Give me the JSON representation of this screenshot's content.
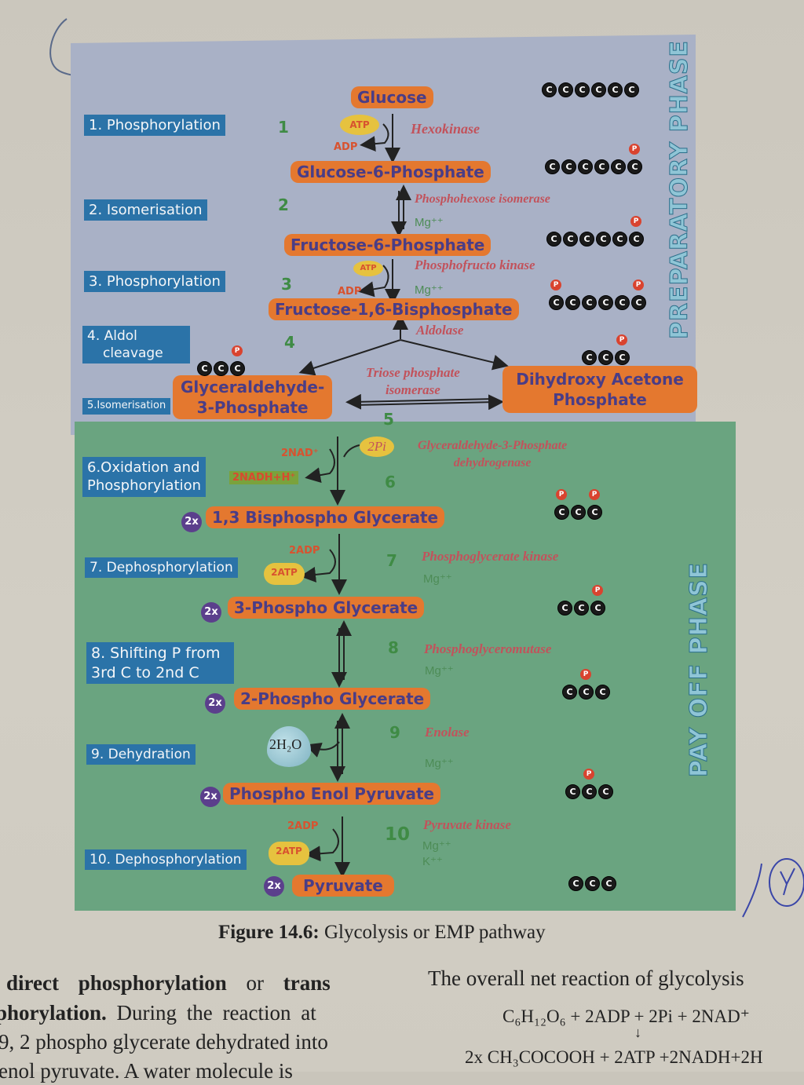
{
  "figure": {
    "caption_label": "Figure 14.6:",
    "caption_text": " Glycolysis or EMP pathway"
  },
  "phases": {
    "preparatory": "PREPARATORY PHASE",
    "payoff": "PAY OFF PHASE"
  },
  "steps": [
    {
      "label": "1. Phosphorylation",
      "number": "1"
    },
    {
      "label": "2. Isomerisation",
      "number": "2"
    },
    {
      "label": "3. Phosphorylation",
      "number": "3"
    },
    {
      "label_line1": "4. Aldol",
      "label_line2": "cleavage",
      "number": "4"
    },
    {
      "label": "5.Isomerisation",
      "number": "5"
    },
    {
      "label_line1": "6.Oxidation and",
      "label_line2": "Phosphorylation",
      "number": "6"
    },
    {
      "label": "7. Dephosphorylation",
      "number": "7"
    },
    {
      "label_line1": "8. Shifting P from",
      "label_line2": "3rd C to 2nd C",
      "number": "8"
    },
    {
      "label": "9. Dehydration",
      "number": "9"
    },
    {
      "label": "10. Dephosphorylation",
      "number": "10"
    }
  ],
  "molecules": {
    "glucose": "Glucose",
    "g6p": "Glucose-6-Phosphate",
    "f6p": "Fructose-6-Phosphate",
    "f16bp": "Fructose-1,6-Bisphosphate",
    "g3p_line1": "Glyceraldehyde-",
    "g3p_line2": "3-Phosphate",
    "dhap_line1": "Dihydroxy Acetone",
    "dhap_line2": "Phosphate",
    "bpg13": "1,3 Bisphospho Glycerate",
    "pg3": "3-Phospho Glycerate",
    "pg2": "2-Phospho Glycerate",
    "pep": "Phospho Enol Pyruvate",
    "pyruvate": "Pyruvate"
  },
  "multiplier": "2x",
  "enzymes": {
    "e1": "Hexokinase",
    "e2": "Phosphohexose isomerase",
    "e3": "Phosphofructo kinase",
    "e4": "Aldolase",
    "e5_line1": "Triose phosphate",
    "e5_line2": "isomerase",
    "e6_line1": "Glyceraldehyde-3-Phosphate",
    "e6_line2": "dehydrogenase",
    "e7": "Phosphoglycerate kinase",
    "e8": "Phosphoglyceromutase",
    "e9": "Enolase",
    "e10": "Pyruvate kinase"
  },
  "cofactors": {
    "mg": "Mg⁺⁺",
    "k": "K⁺⁺",
    "atp": "ATP",
    "adp": "ADP",
    "nad": "2NAD⁺",
    "nadh": "2NADH+H⁺",
    "pi": "2Pi",
    "adp2": "2ADP",
    "atp2": "2ATP",
    "water": "2H₂O"
  },
  "carbon": {
    "c": "C",
    "p": "P"
  },
  "text": {
    "left_line1_bold1": "direct phosphorylation",
    "left_line1_mid": " or ",
    "left_line1_bold2": "trans",
    "left_line2_bold": "phorylation.",
    "left_line2_rest": " During the reaction at",
    "left_line3": "9, 2 phospho glycerate dehydrated into",
    "left_line4": "enol pyruvate. A water molecule is",
    "right_heading": "The overall net reaction of glycolysis",
    "eq_reactants": "C₆H₁₂O₆ + 2ADP + 2Pi + 2NAD⁺",
    "eq_arrow": "↓",
    "eq_products": "2x CH₃COCOOH + 2ATP +2NADH+2H"
  },
  "colors": {
    "preparatory_bg": "#a9b1c6",
    "payoff_bg": "#6aa480",
    "step_label_bg": "#2b73a8",
    "molecule_bg": "#e4782f",
    "molecule_text": "#4a3d86",
    "enzyme_text": "#c2525b",
    "step_number": "#3f8b45"
  }
}
